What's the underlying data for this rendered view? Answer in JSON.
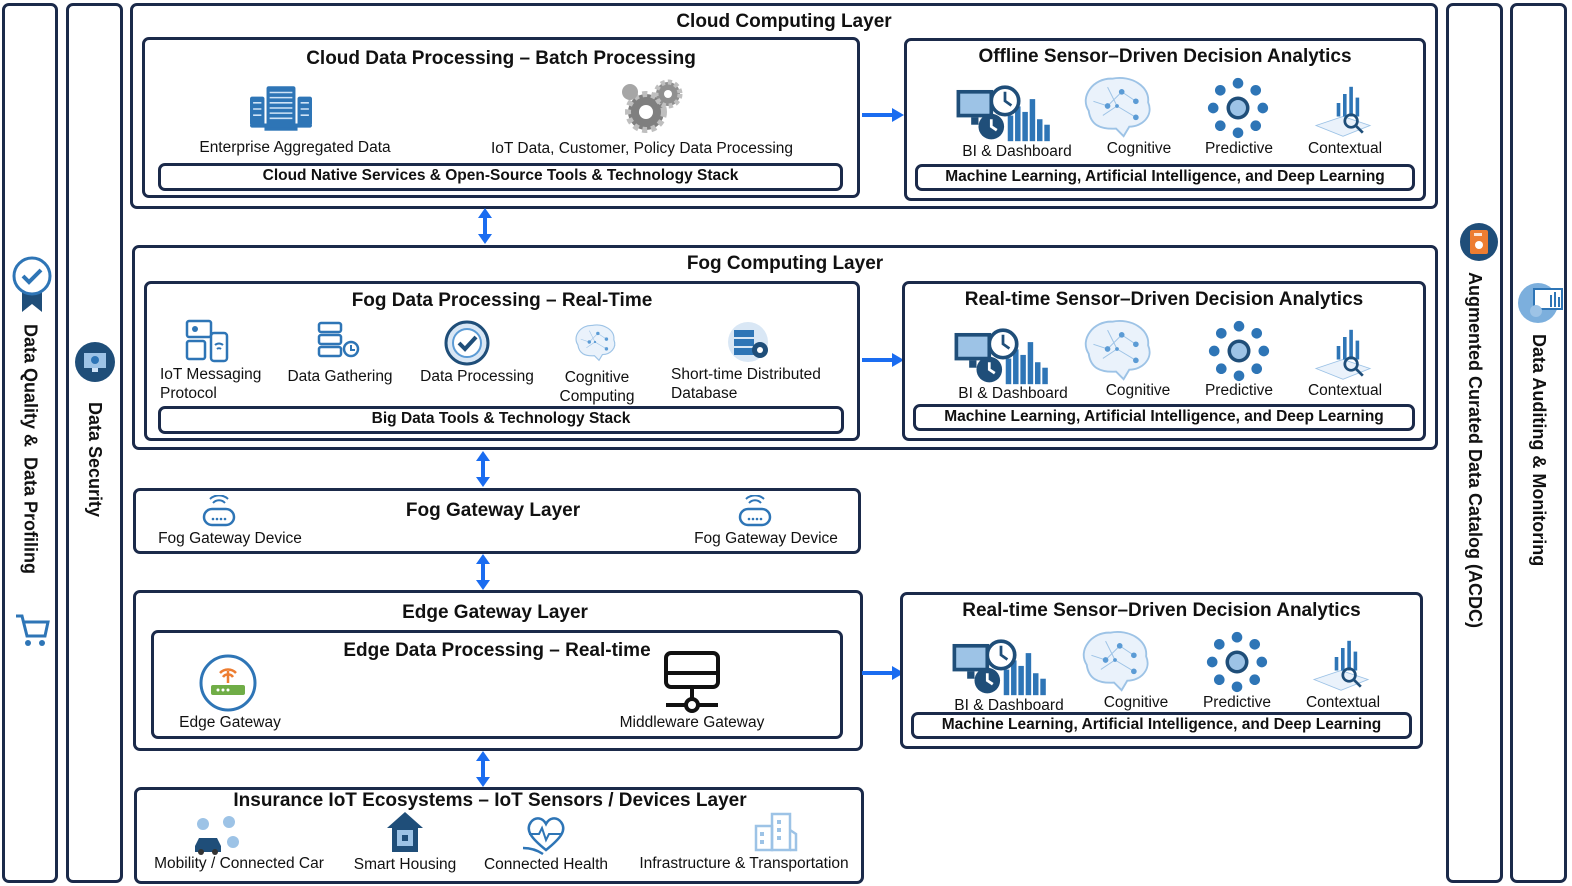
{
  "side_panels": {
    "data_quality": "Data Quality &  Data Profiling",
    "data_security": "Data Security",
    "acdc": "Augmented Curated Data Catalog (ACDC)",
    "auditing": "Data Auditing & Monitoring"
  },
  "cloud": {
    "title": "Cloud Computing Layer",
    "processing": {
      "title": "Cloud Data Processing – Batch Processing",
      "items": [
        "Enterprise Aggregated Data",
        "IoT Data, Customer, Policy Data Processing"
      ],
      "stack": "Cloud Native Services & Open-Source Tools & Technology Stack"
    },
    "analytics": {
      "title": "Offline Sensor–Driven Decision Analytics",
      "items": [
        "BI & Dashboard",
        "Cognitive",
        "Predictive",
        "Contextual"
      ],
      "ml": "Machine Learning, Artificial Intelligence, and Deep Learning"
    }
  },
  "fog": {
    "title": "Fog Computing Layer",
    "processing": {
      "title": "Fog Data Processing – Real-Time",
      "items": [
        "IoT Messaging\nProtocol",
        "Data Gathering",
        "Data Processing",
        "Cognitive\nComputing",
        "Short-time Distributed\nDatabase"
      ],
      "stack": "Big Data Tools & Technology Stack"
    },
    "analytics": {
      "title": "Real-time Sensor–Driven Decision Analytics",
      "items": [
        "BI & Dashboard",
        "Cognitive",
        "Predictive",
        "Contextual"
      ],
      "ml": "Machine Learning, Artificial Intelligence, and Deep Learning"
    }
  },
  "fog_gateway": {
    "title": "Fog Gateway Layer",
    "devices": [
      "Fog Gateway Device",
      "Fog Gateway Device"
    ]
  },
  "edge": {
    "title": "Edge Gateway Layer",
    "processing": {
      "title": "Edge Data Processing – Real-time",
      "items": [
        "Edge Gateway",
        "Middleware Gateway"
      ]
    },
    "analytics": {
      "title": "Real-time Sensor–Driven Decision Analytics",
      "items": [
        "BI & Dashboard",
        "Cognitive",
        "Predictive",
        "Contextual"
      ],
      "ml": "Machine Learning, Artificial Intelligence, and Deep Learning"
    }
  },
  "iot": {
    "title": "Insurance IoT Ecosystems – IoT Sensors / Devices Layer",
    "items": [
      "Mobility / Connected Car",
      "Smart Housing",
      "Connected Health",
      "Infrastructure & Transportation"
    ]
  },
  "colors": {
    "border": "#1b2a4a",
    "arrow": "#1a6cf0",
    "icon": "#2e75b6",
    "icon_light": "#9dc3e6"
  }
}
